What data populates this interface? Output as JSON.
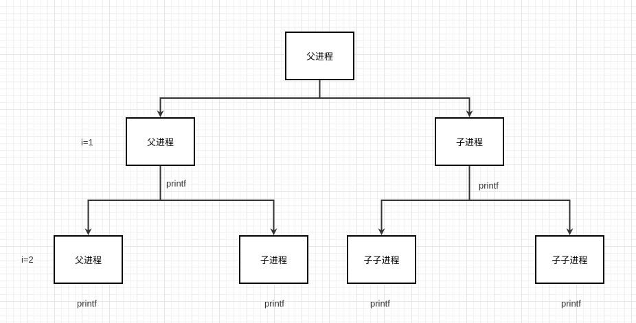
{
  "diagram": {
    "nodes": {
      "root": "父进程",
      "level1_left": "父进程",
      "level1_right": "子进程",
      "level2_left_left": "父进程",
      "level2_left_right": "子进程",
      "level2_right_left": "子子进程",
      "level2_right_right": "子子进程"
    },
    "labels": {
      "i1": "i=1",
      "i2": "i=2",
      "printf_level1_left": "printf",
      "printf_level1_right": "printf",
      "printf_level2_left_left": "printf",
      "printf_level2_left_right": "printf",
      "printf_level2_right_left": "printf",
      "printf_level2_right_right": "printf"
    },
    "edges": [
      {
        "from": "root",
        "to": "level1_left"
      },
      {
        "from": "root",
        "to": "level1_right"
      },
      {
        "from": "level1_left",
        "to": "level2_left_left"
      },
      {
        "from": "level1_left",
        "to": "level2_left_right"
      },
      {
        "from": "level1_right",
        "to": "level2_right_left"
      },
      {
        "from": "level1_right",
        "to": "level2_right_right"
      }
    ],
    "colors": {
      "stroke": "#333333",
      "node_border": "#000000",
      "grid": "#e6e6e6"
    }
  }
}
